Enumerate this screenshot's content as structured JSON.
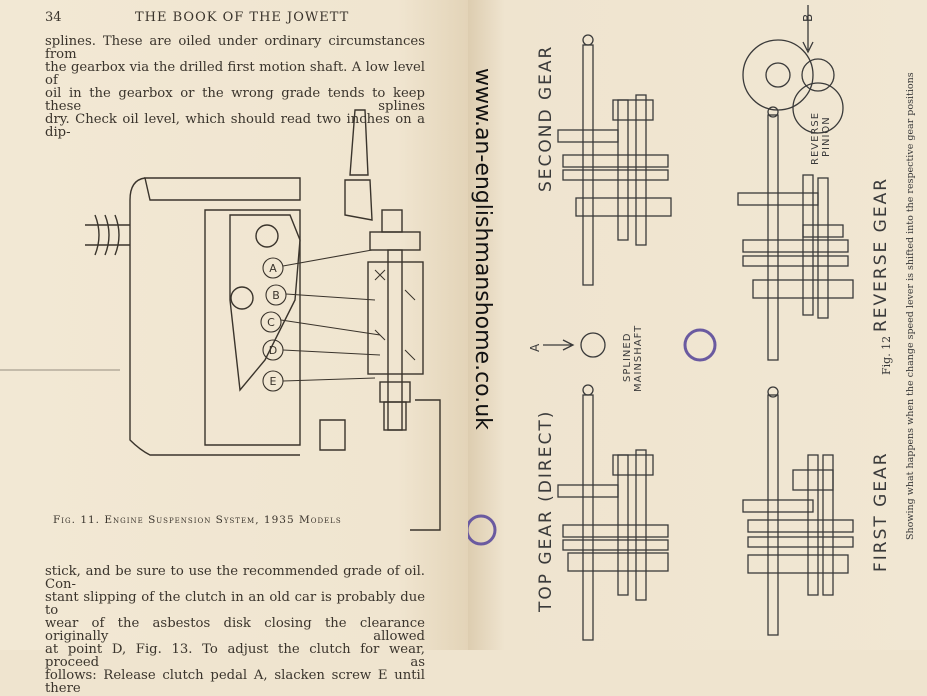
{
  "left_page": {
    "page_number": "34",
    "running_head": "THE BOOK OF THE JOWETT",
    "paragraph_1": [
      "splines. These are oiled under ordinary circumstances from",
      "the gearbox via the drilled first motion shaft. A low level of",
      "oil in the gearbox or the wrong grade tends to keep these splines",
      "dry. Check oil level, which should read two inches on a dip-"
    ],
    "figure_labels": [
      "A",
      "B",
      "C",
      "D",
      "E"
    ],
    "figure_caption": "Fig. 11. Engine Suspension System, 1935 Models",
    "paragraph_2": [
      "stick, and be sure to use the recommended grade of oil. Con-",
      "stant slipping of the clutch in an old car is probably due to",
      "wear of the asbestos disk closing the clearance originally allowed",
      "at point D, Fig. 13. To adjust the clutch for wear, proceed as",
      "follows: Release clutch pedal A, slacken screw E until there"
    ]
  },
  "watermark": "www.an-englishmanshome.co.uk",
  "right_page": {
    "second_gear": "SECOND GEAR",
    "top_gear": "TOP GEAR (DIRECT)",
    "reverse_gear": "REVERSE GEAR",
    "first_gear": "FIRST GEAR",
    "reverse_pinion": [
      "REVERSE",
      "PINION"
    ],
    "splined_mainshaft": [
      "SPLINED",
      "MAINSHAFT"
    ],
    "label_a": "A",
    "label_b": "B",
    "fig_number": "Fig. 12",
    "fig_caption": "Showing what happens when the change speed lever is shifted into the respective gear positions"
  }
}
